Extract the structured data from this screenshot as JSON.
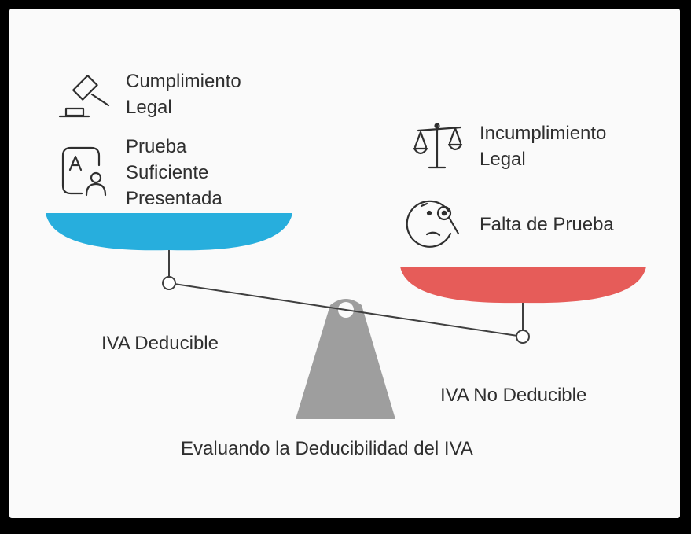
{
  "title": "Evaluando la Deducibilidad del IVA",
  "colors": {
    "left_pan": "#27aedd",
    "right_pan": "#e65c59",
    "fulcrum": "#9e9e9e",
    "beam": "#3f3f3f",
    "text": "#2f2f2f",
    "background": "#fafafa"
  },
  "left_side": {
    "label": "IVA Deducible",
    "items": [
      {
        "icon": "gavel-icon",
        "lines": [
          "Cumplimiento",
          "Legal"
        ]
      },
      {
        "icon": "document-person-icon",
        "lines": [
          "Prueba",
          "Suficiente",
          "Presentada"
        ]
      }
    ]
  },
  "right_side": {
    "label": "IVA No Deducible",
    "items": [
      {
        "icon": "scales-icon",
        "lines": [
          "Incumplimiento",
          "Legal"
        ]
      },
      {
        "icon": "monocle-face-icon",
        "lines": [
          "Falta de Prueba"
        ]
      }
    ]
  }
}
